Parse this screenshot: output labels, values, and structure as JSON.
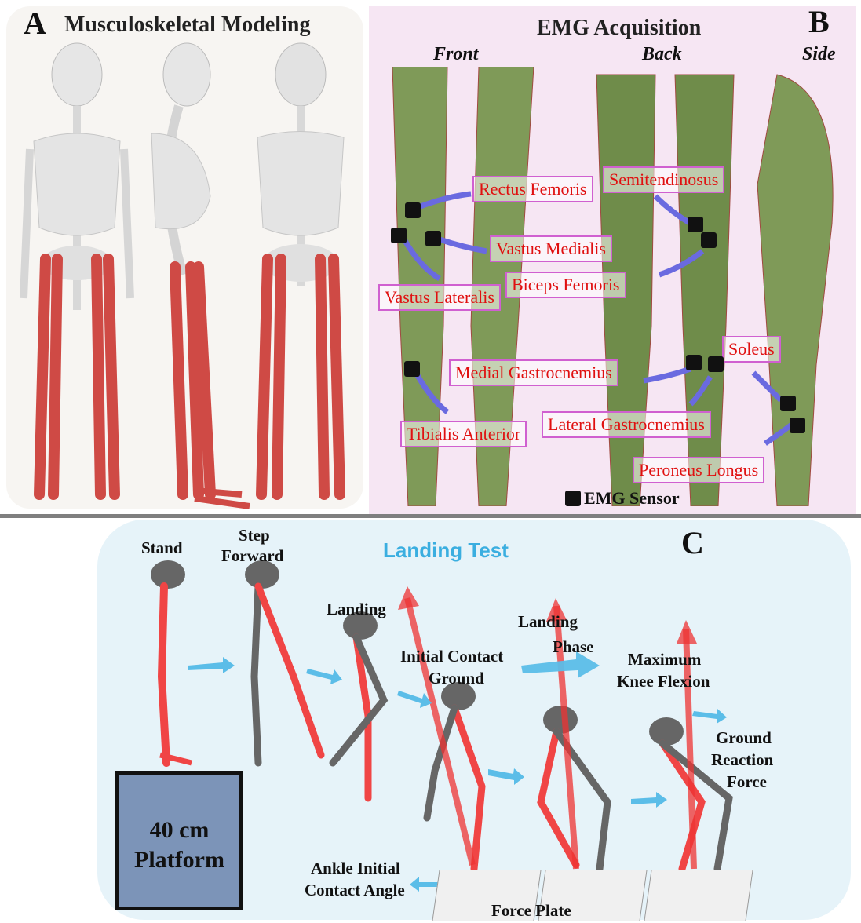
{
  "panels": {
    "a": {
      "letter": "A",
      "title": "Musculoskeletal Modeling"
    },
    "b": {
      "letter": "B",
      "title": "EMG Acquisition",
      "views": [
        "Front",
        "Back",
        "Side"
      ],
      "muscles": {
        "rectus_femoris": "Rectus Femoris",
        "semitendinosus": "Semitendinosus",
        "vastus_medialis": "Vastus Medialis",
        "biceps_femoris": "Biceps Femoris",
        "vastus_lateralis": "Vastus Lateralis",
        "soleus": "Soleus",
        "medial_gastrocnemius": "Medial Gastrocnemius",
        "tibialis_anterior": "Tibialis Anterior",
        "lateral_gastrocnemius": "Lateral Gastrocnemius",
        "peroneus_longus": "Peroneus Longus"
      },
      "sensor_legend": "EMG Sensor"
    },
    "c": {
      "letter": "C",
      "title": "Landing Test",
      "steps": {
        "stand": "Stand",
        "step_forward_1": "Step",
        "step_forward_2": "Forward",
        "landing": "Landing",
        "initial_contact_1": "Initial Contact",
        "initial_contact_2": "Ground",
        "landing_phase_1": "Landing",
        "landing_phase_2": "Phase",
        "max_knee_1": "Maximum",
        "max_knee_2": "Knee Flexion",
        "grf_1": "Ground",
        "grf_2": "Reaction",
        "grf_3": "Force",
        "ankle_1": "Ankle Initial",
        "ankle_2": "Contact Angle",
        "force_plate": "Force Plate",
        "platform_1": "40 cm",
        "platform_2": "Platform"
      }
    }
  },
  "colors": {
    "muscle": "#cf4a45",
    "bone": "#dcdcdc",
    "landing_title": "#3aaee0",
    "arrow_blue": "#5bbde8",
    "emg_arrow": "#6a6ae0",
    "grf_arrow": "#ee3333"
  }
}
